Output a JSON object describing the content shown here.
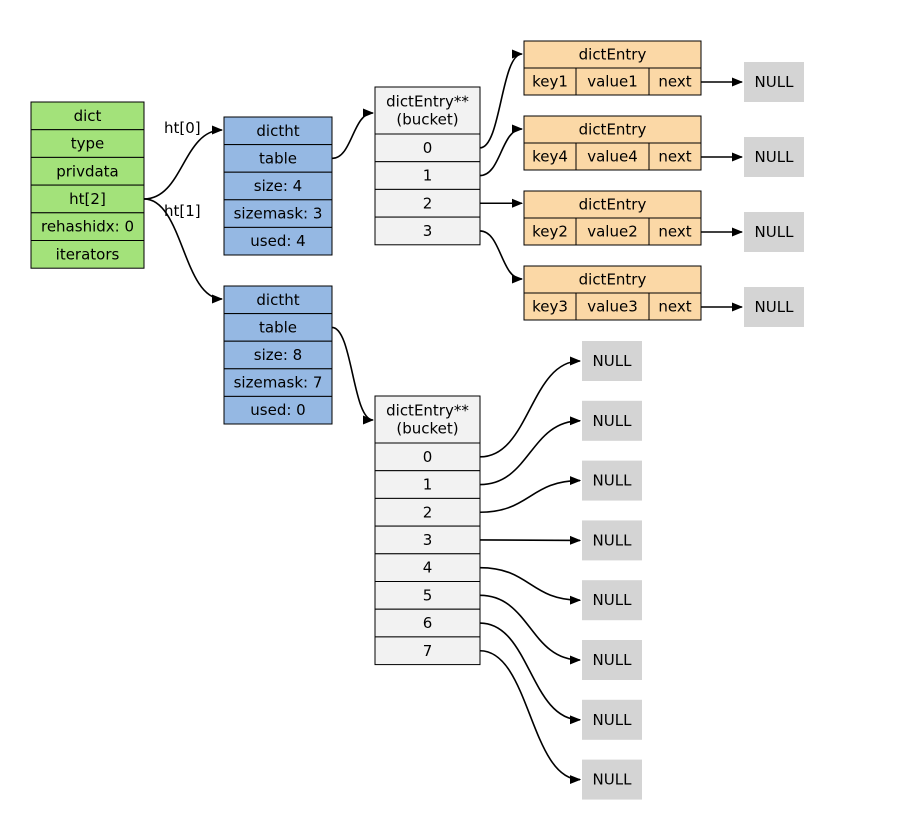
{
  "colors": {
    "dict": "#a3e27a",
    "dictht": "#95b8e3",
    "bucket": "#f2f2f2",
    "entry": "#fbd8a6",
    "null": "#d4d4d4",
    "line": "#000000"
  },
  "dict": {
    "rows": [
      "dict",
      "type",
      "privdata",
      "ht[2]",
      "rehashidx: 0",
      "iterators"
    ]
  },
  "edge_labels": [
    "ht[0]",
    "ht[1]"
  ],
  "ht0": {
    "rows": [
      "dictht",
      "table",
      "size: 4",
      "sizemask: 3",
      "used: 4"
    ],
    "bucket_header": [
      "dictEntry**",
      "(bucket)"
    ],
    "buckets": [
      "0",
      "1",
      "2",
      "3"
    ],
    "entries": [
      {
        "title": "dictEntry",
        "key": "key1",
        "value": "value1",
        "next": "next",
        "null": "NULL"
      },
      {
        "title": "dictEntry",
        "key": "key4",
        "value": "value4",
        "next": "next",
        "null": "NULL"
      },
      {
        "title": "dictEntry",
        "key": "key2",
        "value": "value2",
        "next": "next",
        "null": "NULL"
      },
      {
        "title": "dictEntry",
        "key": "key3",
        "value": "value3",
        "next": "next",
        "null": "NULL"
      }
    ]
  },
  "ht1": {
    "rows": [
      "dictht",
      "table",
      "size: 8",
      "sizemask: 7",
      "used: 0"
    ],
    "bucket_header": [
      "dictEntry**",
      "(bucket)"
    ],
    "buckets": [
      "0",
      "1",
      "2",
      "3",
      "4",
      "5",
      "6",
      "7"
    ],
    "nulls": [
      "NULL",
      "NULL",
      "NULL",
      "NULL",
      "NULL",
      "NULL",
      "NULL",
      "NULL"
    ]
  }
}
